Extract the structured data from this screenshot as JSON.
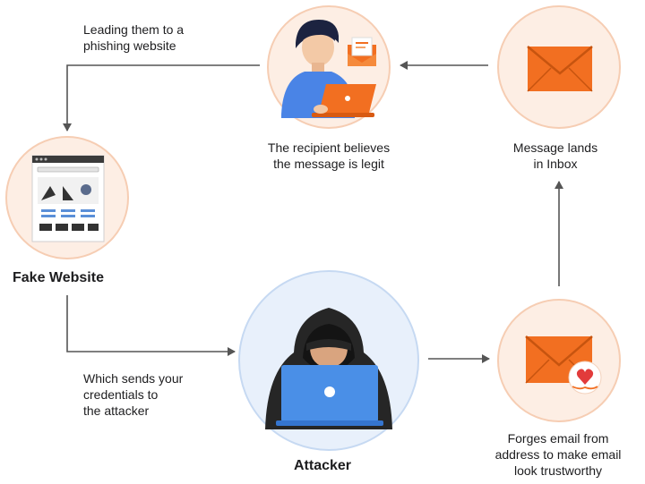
{
  "nodes": {
    "fake_website": {
      "title": "Fake Website"
    },
    "attacker": {
      "title": "Attacker"
    },
    "recipient": {
      "caption": [
        "The recipient believes",
        "the message is legit"
      ]
    },
    "inbox": {
      "caption": [
        "Message lands",
        "in Inbox"
      ]
    },
    "forge": {
      "caption": [
        "Forges email from",
        "address to make email",
        "look trustworthy"
      ]
    }
  },
  "edges": {
    "recipient_to_website": {
      "label": [
        "Leading them to a",
        "phishing website"
      ]
    },
    "website_to_attacker": {
      "label": [
        "Which sends your",
        "credentials to",
        "the attacker"
      ]
    }
  },
  "colors": {
    "accent_orange": "#f26f21",
    "laptop_blue": "#4a8fe7",
    "arrow": "#555555"
  }
}
